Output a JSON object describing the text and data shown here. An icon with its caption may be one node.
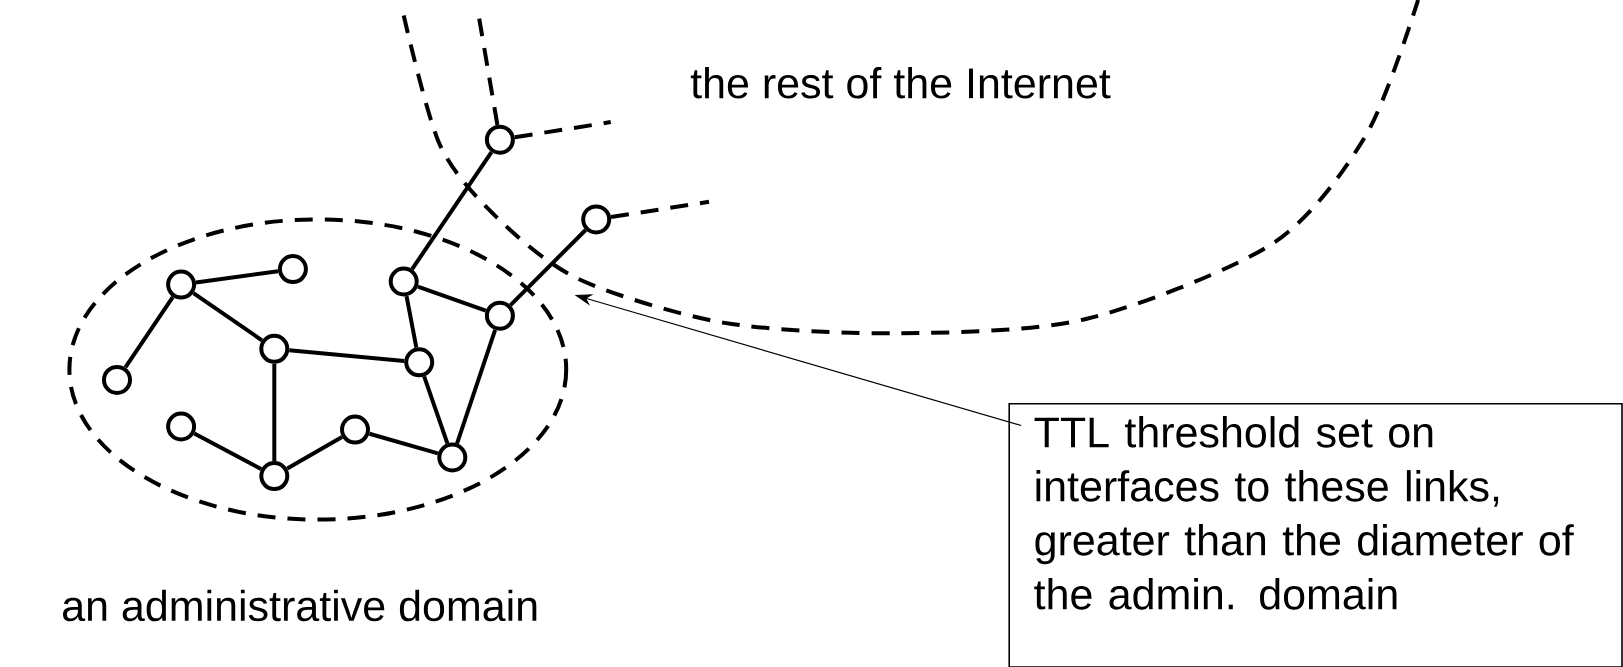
{
  "diagram": {
    "nodes": [
      {
        "text": [
          "the rest of the Internet"
        ]
      },
      {
        "text": [
          "an administrative domain"
        ]
      },
      {
        "text": [],
        "shape": "circle",
        "in": 0
      },
      {
        "text": [],
        "shape": "circle",
        "in": 0
      },
      {
        "text": [],
        "shape": "circle",
        "in": 1
      },
      {
        "text": [],
        "shape": "circle",
        "in": 1
      },
      {
        "text": [],
        "shape": "circle",
        "in": 1
      },
      {
        "text": [],
        "shape": "circle"
      },
      {
        "text": [],
        "shape": "circle",
        "in": 1
      },
      {
        "text": [],
        "shape": "circle",
        "in": 1
      },
      {
        "text": [],
        "shape": "circle",
        "in": 1
      },
      {
        "text": [],
        "shape": "circle",
        "in": 1
      },
      {
        "text": [],
        "shape": "circle",
        "in": 1
      },
      {
        "text": [],
        "shape": "circle",
        "in": 1
      },
      {
        "text": [],
        "shape": "circle",
        "in": 1
      },
      {
        "text": [
          "TTL threshold set on interfaces to these links, greater than the diameter of the admin. domain"
        ]
      }
    ],
    "edges": [
      {
        "from": 10,
        "to": 6,
        "arrow": "none"
      },
      {
        "from": 6,
        "to": 4,
        "arrow": "none"
      },
      {
        "from": 6,
        "to": 8,
        "arrow": "none"
      },
      {
        "from": 8,
        "to": 9,
        "arrow": "none"
      },
      {
        "from": 8,
        "to": 14,
        "arrow": "none"
      },
      {
        "from": 11,
        "to": 14,
        "arrow": "none"
      },
      {
        "from": 14,
        "to": 12,
        "arrow": "none"
      },
      {
        "from": 12,
        "to": 13,
        "arrow": "none"
      },
      {
        "from": 13,
        "to": 9,
        "arrow": "none"
      },
      {
        "from": 9,
        "to": 5,
        "arrow": "none"
      },
      {
        "from": 5,
        "to": 7,
        "arrow": "none"
      },
      {
        "from": 7,
        "to": 13,
        "arrow": "none"
      },
      {
        "from": 5,
        "to": 2,
        "arrow": "none"
      },
      {
        "from": 7,
        "to": 3,
        "arrow": "none"
      },
      {
        "from": 2,
        "to": null,
        "arrow": "none",
        "style": "dashed"
      },
      {
        "from": 2,
        "to": null,
        "arrow": "none",
        "style": "dashed"
      },
      {
        "from": 3,
        "to": null,
        "arrow": "none",
        "style": "dashed"
      },
      {
        "from": 15,
        "to": null,
        "arrow": "to"
      }
    ]
  }
}
